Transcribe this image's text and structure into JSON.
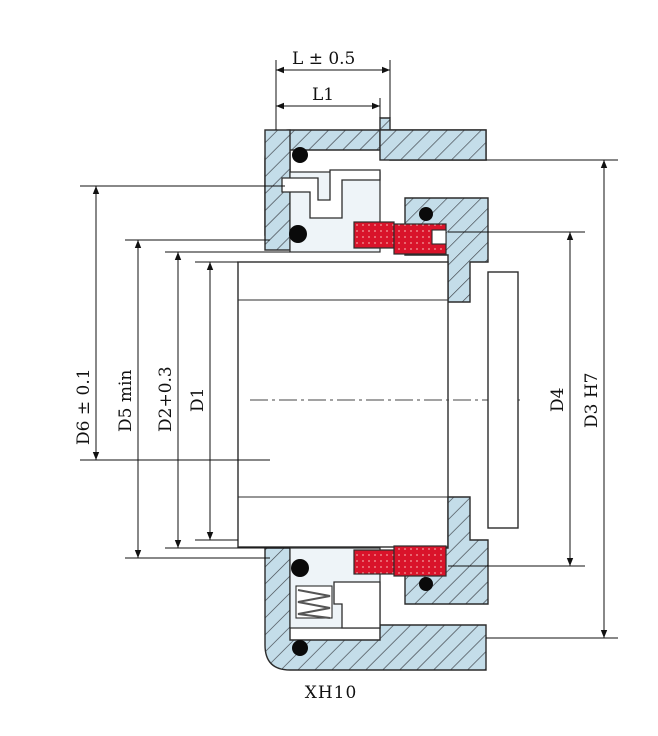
{
  "labels": {
    "L": "L ± 0.5",
    "L1": "L1",
    "D6": "D6 ± 0.1",
    "D5": "D5 min",
    "D2": "D2+0.3",
    "D1": "D1",
    "D4": "D4",
    "D3": "D3 H7",
    "model": "XH10"
  },
  "colors": {
    "housing_fill": "#c4dde9",
    "hatch": "#3b3f46",
    "outline": "#2c2c2c",
    "seal_face": "#d9132a",
    "seal_dot": "#f2a0a0",
    "o_ring": "#0a0a0a",
    "spring": "#555555"
  }
}
